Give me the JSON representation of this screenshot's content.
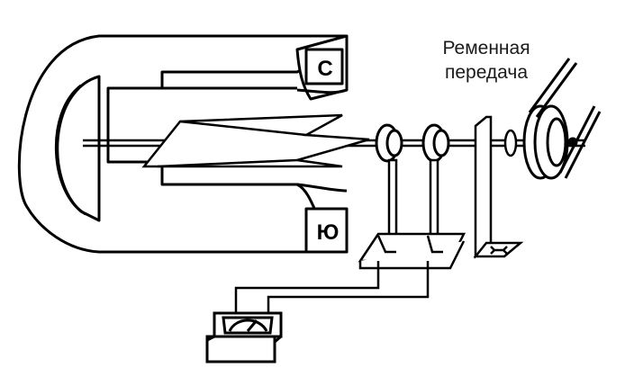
{
  "diagram": {
    "caption_line1": "Ременная",
    "caption_line2": "передача",
    "pole_north": "С",
    "pole_south": "Ю"
  }
}
